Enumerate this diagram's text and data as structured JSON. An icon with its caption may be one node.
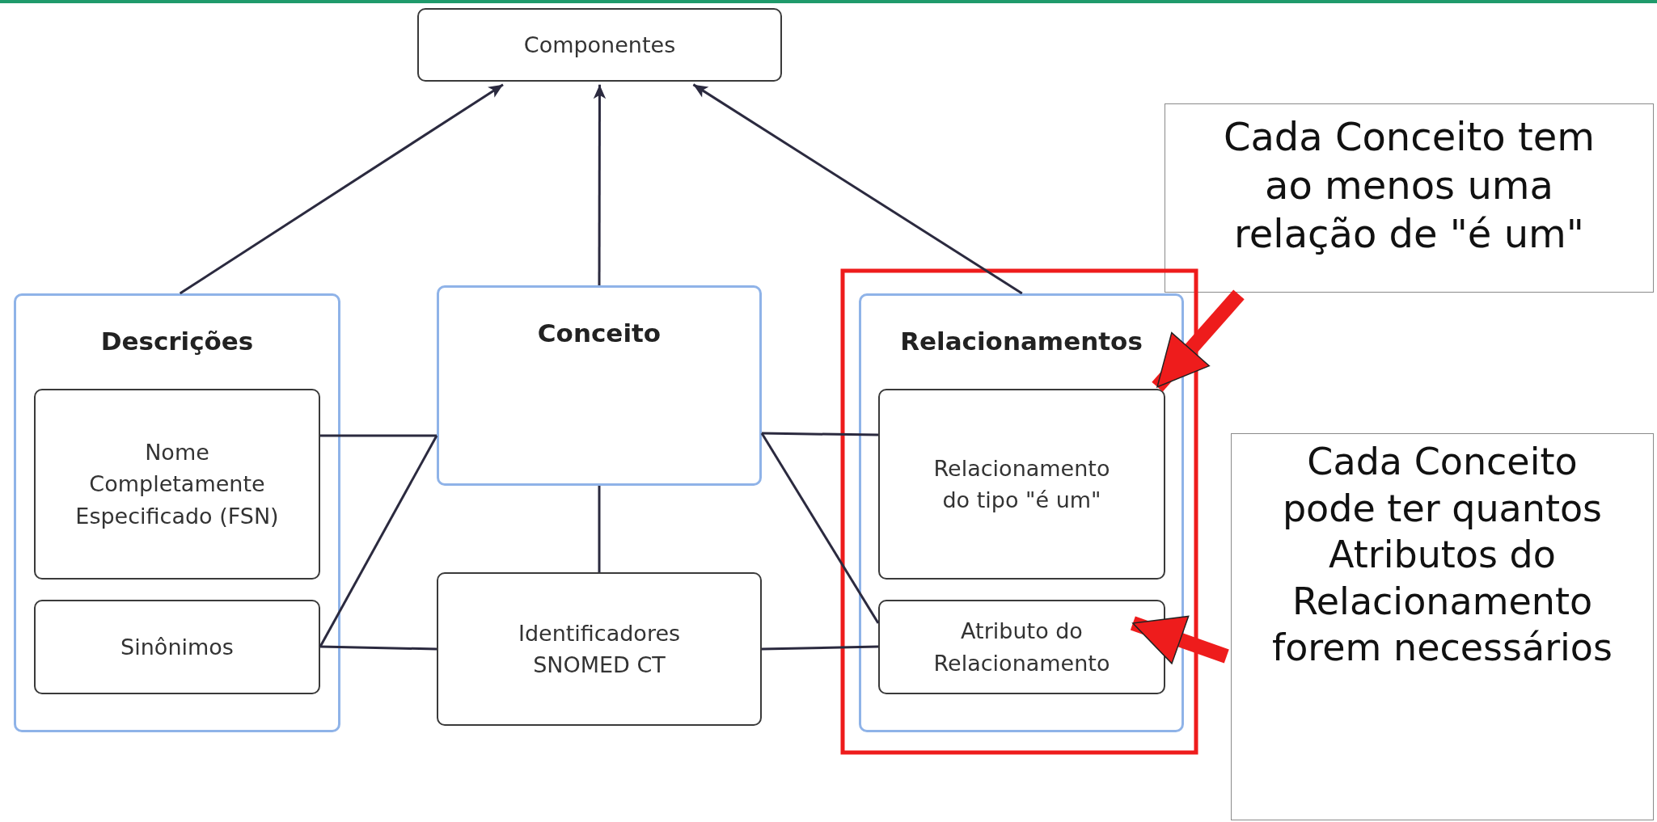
{
  "diagram": {
    "nodes": [
      {
        "text": [
          "Componentes"
        ]
      },
      {
        "text": [
          "Descrições"
        ]
      },
      {
        "text": [
          "Nome Completamente Especificado (FSN)"
        ],
        "in": 1
      },
      {
        "text": [
          "Sinônimos"
        ],
        "in": 1
      },
      {
        "text": [
          "Conceito"
        ]
      },
      {
        "text": [
          "Identificadores SNOMED CT"
        ]
      },
      {
        "text": [
          "Relacionamentos"
        ]
      },
      {
        "text": [
          "Relacionamento do tipo \"é um\""
        ],
        "in": 6
      },
      {
        "text": [
          "Atributo do Relacionamento"
        ],
        "in": 6
      },
      {
        "text": [
          "Cada Conceito tem ao menos uma relação de \"é um\""
        ]
      },
      {
        "text": [
          "Cada Conceito pode ter quantos Atributos do Relacionamento forem necessários"
        ]
      }
    ],
    "edges": [
      {
        "from": 1,
        "to": 0,
        "arrow": "to"
      },
      {
        "from": 4,
        "to": 0,
        "arrow": "to"
      },
      {
        "from": 6,
        "to": 0,
        "arrow": "to"
      },
      {
        "from": 2,
        "to": 4,
        "arrow": "none"
      },
      {
        "from": 3,
        "to": 4,
        "arrow": "none"
      },
      {
        "from": 3,
        "to": 5,
        "arrow": "none"
      },
      {
        "from": 4,
        "to": 5,
        "arrow": "none"
      },
      {
        "from": 4,
        "to": 7,
        "arrow": "none"
      },
      {
        "from": 4,
        "to": 8,
        "arrow": "none"
      },
      {
        "from": 5,
        "to": 8,
        "arrow": "none"
      },
      {
        "from": 9,
        "to": 7,
        "arrow": "to",
        "style": "thick",
        "color": "#ee1c1c"
      },
      {
        "from": 10,
        "to": 8,
        "arrow": "to",
        "style": "thick",
        "color": "#ee1c1c"
      }
    ]
  }
}
